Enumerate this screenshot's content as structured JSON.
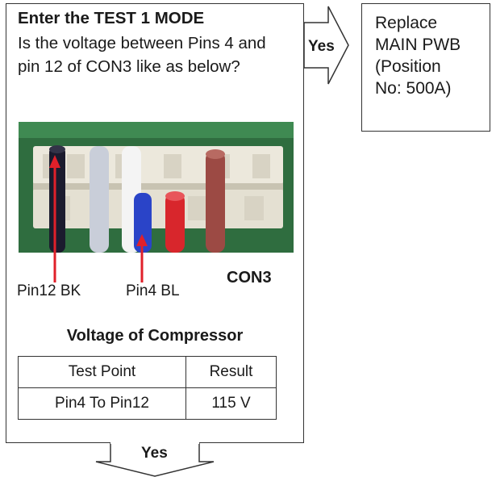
{
  "main": {
    "title": "Enter the TEST 1 MODE",
    "question": "Is the voltage between Pins 4 and pin 12 of CON3 like as below?",
    "pin12_label": "Pin12 BK",
    "pin4_label": "Pin4 BL",
    "connector_label": "CON3",
    "voltage_title": "Voltage of Compressor",
    "table": {
      "headers": [
        "Test Point",
        "Result"
      ],
      "rows": [
        [
          "Pin4 To Pin12",
          "115 V"
        ]
      ]
    }
  },
  "yes_right_label": "Yes",
  "yes_down_label": "Yes",
  "right_box": {
    "lines": [
      "Replace",
      "MAIN PWB",
      "(Position",
      "No: 500A)"
    ]
  },
  "colors": {
    "arrow_red": "#e0202a",
    "wire_black": "#1b1b2e",
    "wire_blue": "#2a44c8",
    "wire_red": "#d8262c",
    "wire_brown": "#9c4a44",
    "board_green": "#2d6b3d"
  }
}
